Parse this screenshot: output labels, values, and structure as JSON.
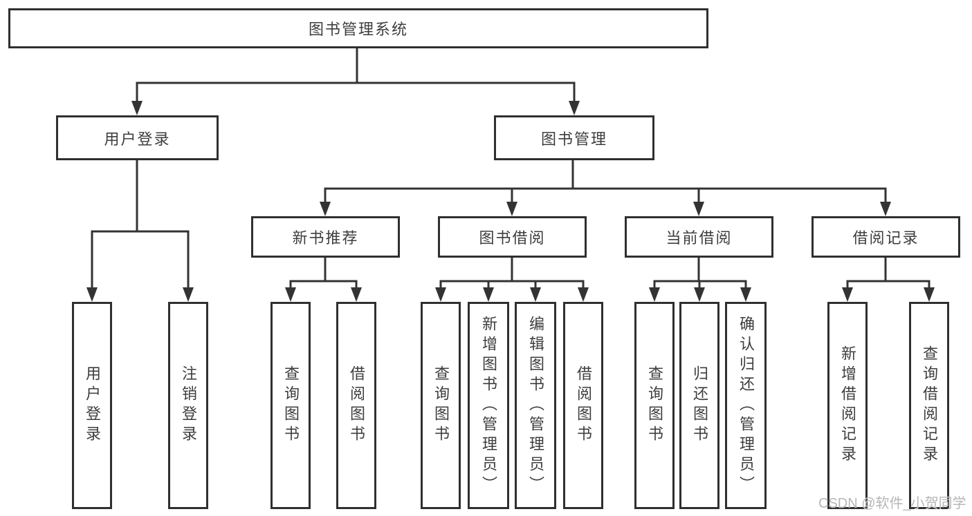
{
  "diagram": {
    "title_node": "图书管理系统",
    "tree": {
      "label": "图书管理系统",
      "children": [
        {
          "label": "用户登录",
          "children": [
            {
              "label": "用户登录"
            },
            {
              "label": "注销登录"
            }
          ]
        },
        {
          "label": "图书管理",
          "children": [
            {
              "label": "新书推荐",
              "children": [
                {
                  "label": "查询图书"
                },
                {
                  "label": "借阅图书"
                }
              ]
            },
            {
              "label": "图书借阅",
              "children": [
                {
                  "label": "查询图书"
                },
                {
                  "label": "新增图书（管理员）"
                },
                {
                  "label": "编辑图书（管理员）"
                },
                {
                  "label": "借阅图书"
                }
              ]
            },
            {
              "label": "当前借阅",
              "children": [
                {
                  "label": "查询图书"
                },
                {
                  "label": "归还图书"
                },
                {
                  "label": "确认归还（管理员）"
                }
              ]
            },
            {
              "label": "借阅记录",
              "children": [
                {
                  "label": "新增借阅记录"
                },
                {
                  "label": "查询借阅记录"
                }
              ]
            }
          ]
        }
      ]
    },
    "colors": {
      "line": "#333333",
      "box_border": "#2f2f2f",
      "text": "#3d3d3d",
      "background": "#ffffff",
      "watermark": "#b6b6b6"
    }
  },
  "watermark": {
    "text": "CSDN @软件_小贺同学"
  }
}
